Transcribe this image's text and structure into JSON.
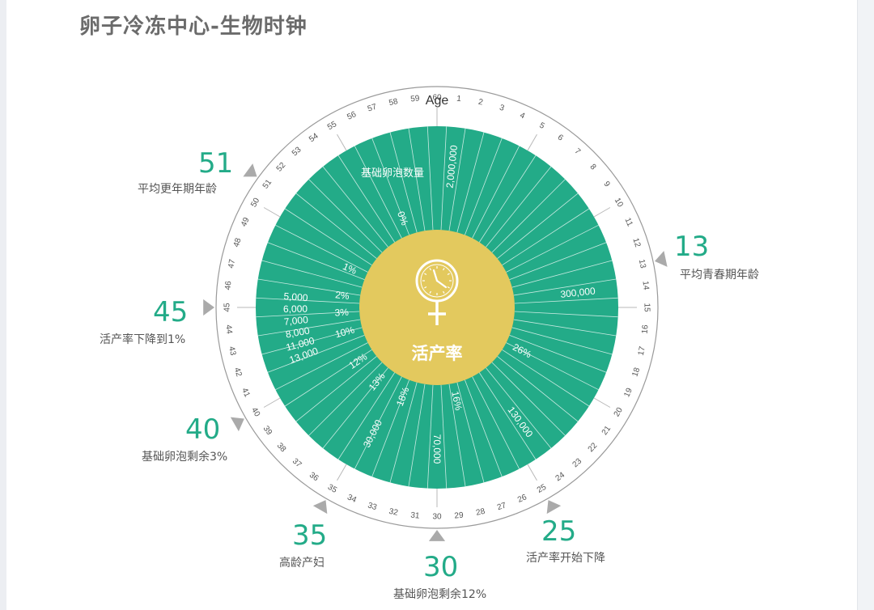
{
  "title": "卵子冷冻中心-生物时钟",
  "colors": {
    "green": "#23ab88",
    "gold": "#e3c95e",
    "ring_stroke": "#9a9a9a",
    "text": "#555555",
    "marker": "#aaaaaa"
  },
  "chart_data": {
    "type": "radial-clock",
    "ring_label": "Age",
    "ticks": [
      60,
      1,
      2,
      3,
      4,
      5,
      6,
      7,
      8,
      9,
      10,
      11,
      12,
      13,
      14,
      15,
      16,
      17,
      18,
      19,
      20,
      21,
      22,
      23,
      24,
      25,
      26,
      27,
      28,
      29,
      30,
      31,
      32,
      33,
      34,
      35,
      36,
      37,
      38,
      39,
      40,
      41,
      42,
      43,
      44,
      45,
      46,
      47,
      48,
      49,
      50,
      51,
      52,
      53,
      54,
      55,
      56,
      57,
      58,
      59
    ],
    "center": {
      "label": "活产率",
      "icon": "clock-female-icon"
    },
    "wedge_label": "基础卵泡数量",
    "follicle_labels": [
      {
        "text": "2,000,000",
        "age": 1
      },
      {
        "text": "300,000",
        "age": 14
      },
      {
        "text": "130,000",
        "age": 24
      },
      {
        "text": "70,000",
        "age": 30
      },
      {
        "text": "30,000",
        "age": 34.5
      },
      {
        "text": "13,000",
        "age": 41.7
      },
      {
        "text": "11,000",
        "age": 42.5
      },
      {
        "text": "8,000",
        "age": 43.3
      },
      {
        "text": "7,000",
        "age": 44.1
      },
      {
        "text": "6,000",
        "age": 44.9
      },
      {
        "text": "5,000",
        "age": 45.7
      }
    ],
    "rate_labels": [
      {
        "text": "0%",
        "age": 56.5
      },
      {
        "text": "1%",
        "age": 49
      },
      {
        "text": "2%",
        "age": 46.2
      },
      {
        "text": "3%",
        "age": 44.5
      },
      {
        "text": "10%",
        "age": 42.5
      },
      {
        "text": "12%",
        "age": 39.3
      },
      {
        "text": "13%",
        "age": 36.5
      },
      {
        "text": "18%",
        "age": 33.5
      },
      {
        "text": "16%",
        "age": 28
      },
      {
        "text": "26%",
        "age": 19.5
      }
    ],
    "annotations": [
      {
        "age": 13,
        "value": "13",
        "label": "平均青春期年龄"
      },
      {
        "age": 25,
        "value": "25",
        "label": "活产率开始下降"
      },
      {
        "age": 30,
        "value": "30",
        "label": "基础卵泡剩余12%"
      },
      {
        "age": 35,
        "value": "35",
        "label": "高龄产妇"
      },
      {
        "age": 40,
        "value": "40",
        "label": "基础卵泡剩余3%"
      },
      {
        "age": 45,
        "value": "45",
        "label": "活产率下降到1%"
      },
      {
        "age": 51,
        "value": "51",
        "label": "平均更年期年龄"
      }
    ]
  }
}
